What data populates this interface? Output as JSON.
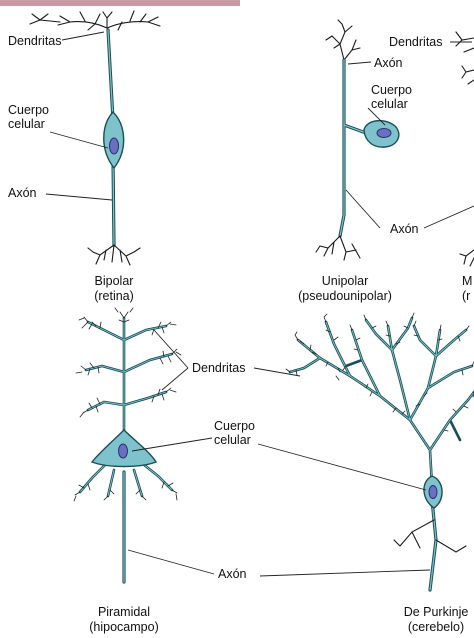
{
  "colors": {
    "cell_fill": "#7ec3cc",
    "cell_outline": "#1d4e56",
    "nucleus": "#6a6fc0",
    "top_strip": "#c99aa6"
  },
  "bipolar": {
    "dendrites_label": "Dendritas",
    "body_label_line1": "Cuerpo",
    "body_label_line2": "celular",
    "axon_label": "Axón",
    "caption_line1": "Bipolar",
    "caption_line2": "(retina)"
  },
  "unipolar": {
    "dendrites_label": "Dendritas",
    "axon_top_label": "Axón",
    "body_label_line1": "Cuerpo",
    "body_label_line2": "celular",
    "axon_label": "Axón",
    "caption_line1": "Unipolar",
    "caption_line2": "(pseudounipolar)"
  },
  "multipolar": {
    "caption_line1": "M",
    "caption_line2": "(r"
  },
  "pyramidal": {
    "dendrites_label": "Dendritas",
    "body_label_line1": "Cuerpo",
    "body_label_line2": "celular",
    "axon_label": "Axón",
    "caption_line1": "Piramidal",
    "caption_line2": "(hipocampo)"
  },
  "purkinje": {
    "caption_line1": "De Purkinje",
    "caption_line2": "(cerebelo)"
  }
}
